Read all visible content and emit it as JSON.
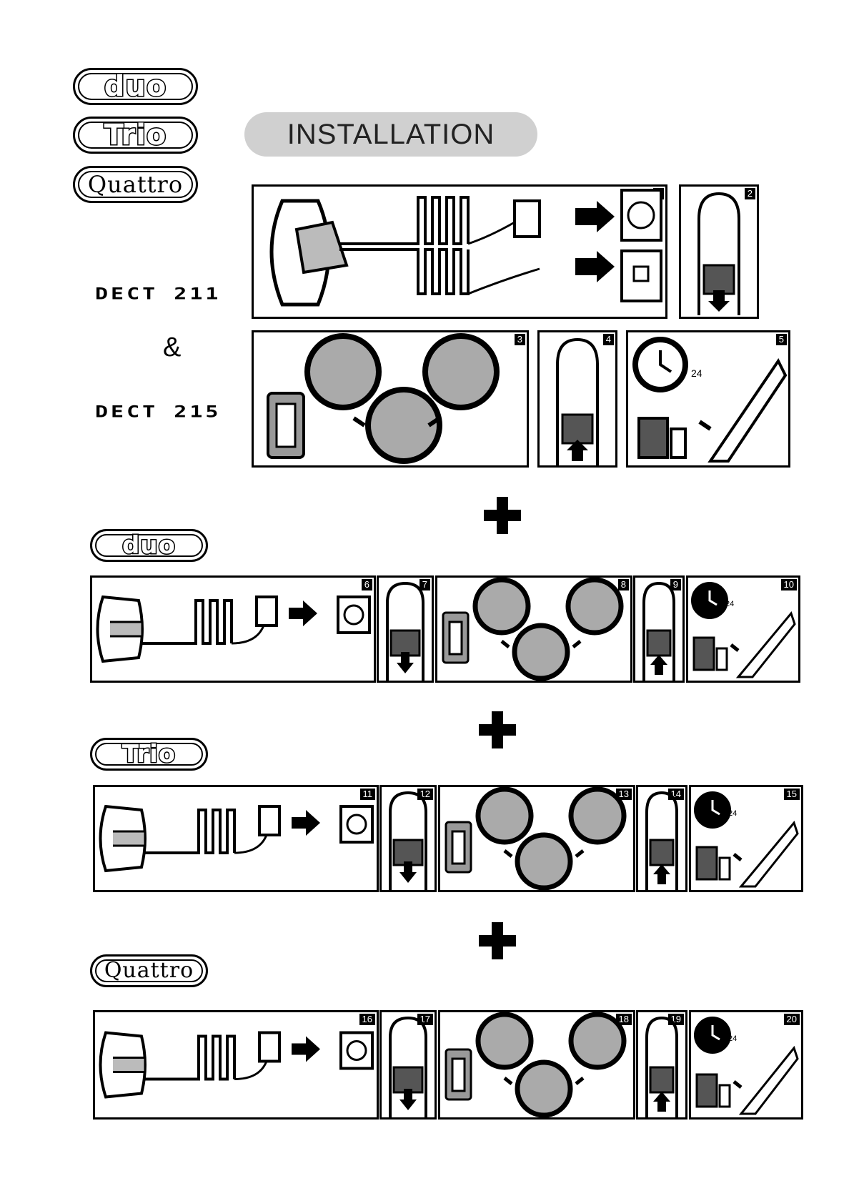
{
  "header": {
    "badges": [
      "duo",
      "Trio",
      "Quattro"
    ],
    "title": "INSTALLATION"
  },
  "models": {
    "first": "DECT 211",
    "amp": "&",
    "second": "DECT 215"
  },
  "sections": [
    {
      "badge": "duo",
      "steps": [
        "6",
        "7",
        "8",
        "9",
        "10"
      ]
    },
    {
      "badge": "Trio",
      "steps": [
        "11",
        "12",
        "13",
        "14",
        "15"
      ]
    },
    {
      "badge": "Quattro",
      "steps": [
        "16",
        "17",
        "18",
        "19",
        "20"
      ]
    }
  ],
  "base_steps": [
    "1",
    "2",
    "3",
    "4",
    "5"
  ],
  "clock_label": "24"
}
